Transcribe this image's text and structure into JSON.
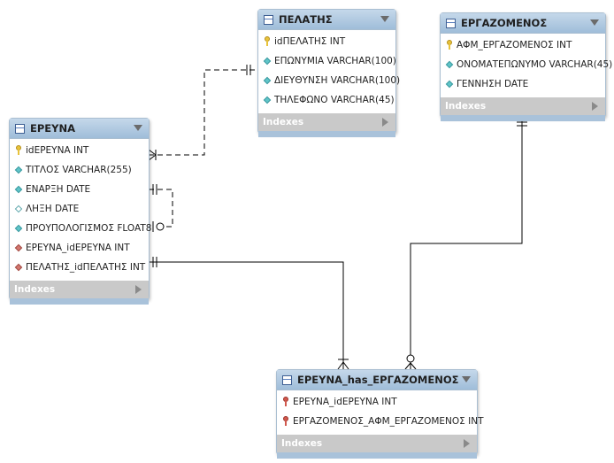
{
  "tables": {
    "ereuna": {
      "name": "ΕΡΕΥΝΑ",
      "columns": [
        {
          "label": "idΕΡΕΥΝΑ INT",
          "icon": "primary-key-icon"
        },
        {
          "label": "ΤΙΤΛΟΣ VARCHAR(255)",
          "icon": "not-null-column-icon"
        },
        {
          "label": "ΕΝΑΡΞΗ DATE",
          "icon": "not-null-column-icon"
        },
        {
          "label": "ΛΗΞΗ DATE",
          "icon": "nullable-column-icon"
        },
        {
          "label": "ΠΡΟΥΠΟΛΟΓΙΣΜΟΣ FLOAT8",
          "icon": "not-null-column-icon"
        },
        {
          "label": "ΕΡΕΥΝΑ_idΕΡΕΥΝΑ INT",
          "icon": "foreign-key-column-icon"
        },
        {
          "label": "ΠΕΛΑΤΗΣ_idΠΕΛΑΤΗΣ INT",
          "icon": "foreign-key-column-icon"
        }
      ],
      "indexes_label": "Indexes"
    },
    "pelatis": {
      "name": "ΠΕΛΑΤΗΣ",
      "columns": [
        {
          "label": "idΠΕΛΑΤΗΣ INT",
          "icon": "primary-key-icon"
        },
        {
          "label": "ΕΠΩΝΥΜΙΑ VARCHAR(100)",
          "icon": "not-null-column-icon"
        },
        {
          "label": "ΔΙΕΥΘΥΝΣΗ VARCHAR(100)",
          "icon": "not-null-column-icon"
        },
        {
          "label": "ΤΗΛΕΦΩΝΟ VARCHAR(45)",
          "icon": "not-null-column-icon"
        }
      ],
      "indexes_label": "Indexes"
    },
    "ergazomenos": {
      "name": "ΕΡΓΑΖΟΜΕΝΟΣ",
      "columns": [
        {
          "label": "ΑΦΜ_ΕΡΓΑΖΟΜΕΝΟΣ INT",
          "icon": "primary-key-icon"
        },
        {
          "label": "ΟΝΟΜΑΤΕΠΩΝΥΜΟ VARCHAR(45)",
          "icon": "not-null-column-icon"
        },
        {
          "label": "ΓΕΝΝΗΣΗ DATE",
          "icon": "not-null-column-icon"
        }
      ],
      "indexes_label": "Indexes"
    },
    "ereuna_has_ergazomenos": {
      "name": "ΕΡΕΥΝΑ_has_ΕΡΓΑΖΟΜΕΝΟΣ",
      "columns": [
        {
          "label": "ΕΡΕΥΝΑ_idΕΡΕΥΝΑ INT",
          "icon": "primary-foreign-key-icon"
        },
        {
          "label": "ΕΡΓΑΖΟΜΕΝΟΣ_ΑΦΜ_ΕΡΓΑΖΟΜΕΝΟΣ INT",
          "icon": "primary-foreign-key-icon"
        }
      ],
      "indexes_label": "Indexes"
    }
  },
  "relationships": [
    {
      "from": "ΕΡΕΥΝΑ",
      "to": "ΠΕΛΑΤΗΣ",
      "style": "dashed",
      "from_end": "one-or-many",
      "to_end": "exactly-one"
    },
    {
      "from": "ΕΡΕΥΝΑ",
      "to": "ΕΡΕΥΝΑ",
      "style": "dashed",
      "from_end": "exactly-one",
      "to_end": "zero-or-one"
    },
    {
      "from": "ΕΡΕΥΝΑ",
      "to": "ΕΡΕΥΝΑ_has_ΕΡΓΑΖΟΜΕΝΟΣ",
      "style": "solid",
      "from_end": "exactly-one",
      "to_end": "one-or-many"
    },
    {
      "from": "ΕΡΓΑΖΟΜΕΝΟΣ",
      "to": "ΕΡΕΥΝΑ_has_ΕΡΓΑΖΟΜΕΝΟΣ",
      "style": "solid",
      "from_end": "exactly-one",
      "to_end": "zero-or-many"
    }
  ],
  "colors": {
    "header": "#9fbdd9",
    "border": "#a9bed1",
    "indexes_bar": "#c9c9c9",
    "line": "#000000"
  }
}
